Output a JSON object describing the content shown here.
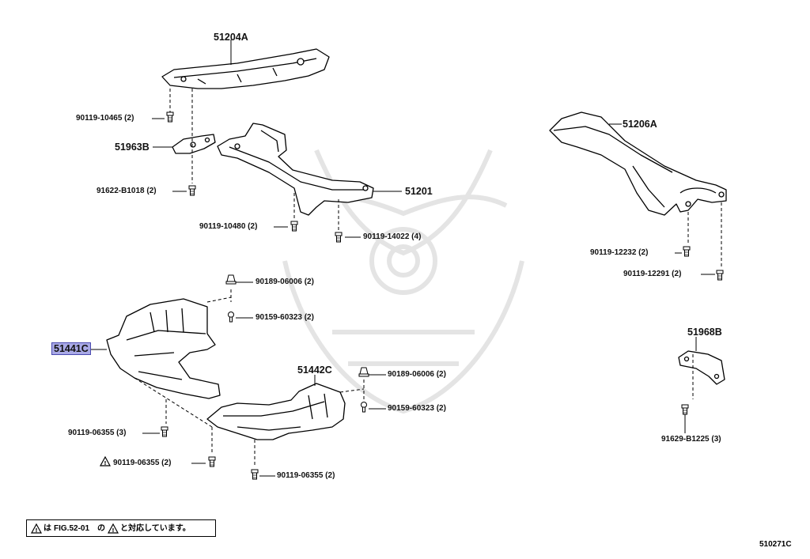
{
  "diagram": {
    "document_id": "510271C",
    "note": {
      "part1": "は",
      "fig_ref": "FIG.52-01",
      "part2": "の",
      "part3": "と対応しています。"
    },
    "parts": {
      "crossmember_upper": "51204A",
      "crossmember_main": "51201",
      "crossmember_rear": "51206A",
      "bracket_51963": "51963B",
      "bracket_51968": "51968B",
      "cover_left": "51441C",
      "cover_right": "51442C"
    },
    "fasteners": {
      "f1": "90119-10465 (2)",
      "f2": "91622-B1018 (2)",
      "f3": "90119-10480 (2)",
      "f4": "90119-14022 (4)",
      "f5": "90119-12232 (2)",
      "f6": "90119-12291 (2)",
      "f7": "90189-06006 (2)",
      "f8": "90159-60323 (2)",
      "f9": "90189-06006 (2)",
      "f10": "90159-60323 (2)",
      "f11": "90119-06355 (3)",
      "f12": "90119-06355 (2)",
      "f13": "90119-06355 (2)",
      "f14": "91629-B1225 (3)"
    },
    "highlight_color": "#a9a9e6"
  }
}
